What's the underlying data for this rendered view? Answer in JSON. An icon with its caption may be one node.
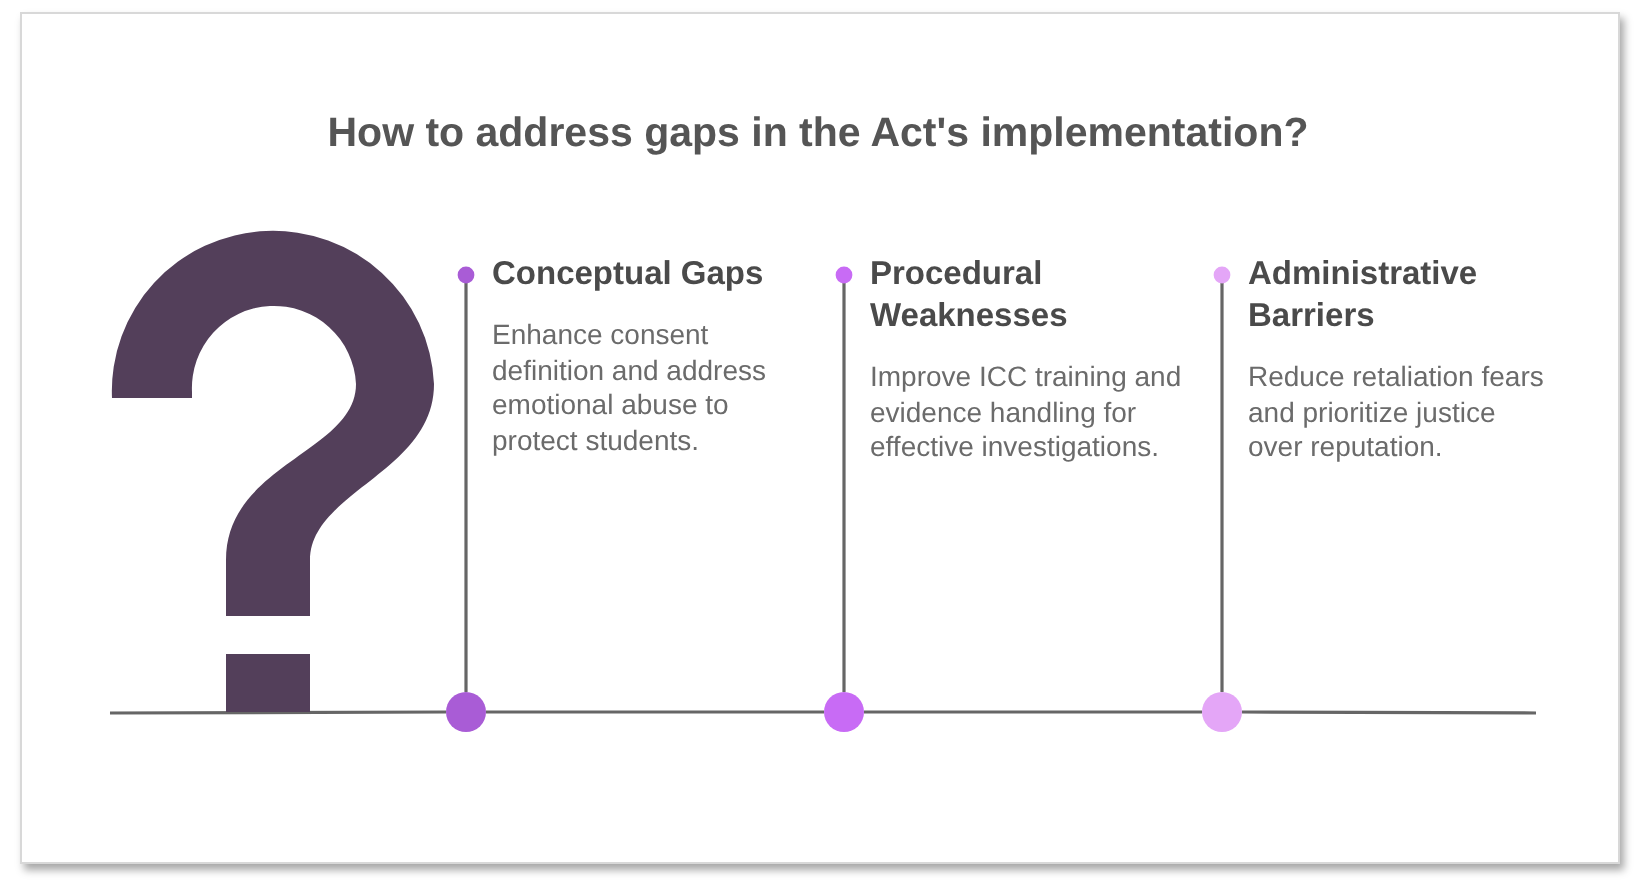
{
  "diagram": {
    "title": "How to address gaps in the Act's implementation?",
    "nodes": [
      {
        "text": [
          "Conceptual Gaps",
          "Enhance consent definition and address emotional abuse to protect students."
        ]
      },
      {
        "text": [
          "Procedural Weaknesses",
          "Improve ICC training and evidence handling for effective investigations."
        ]
      },
      {
        "text": [
          "Administrative Barriers",
          "Reduce retaliation fears and prioritize justice over reputation."
        ]
      },
      {
        "text": [],
        "shape": "circle"
      },
      {
        "text": [],
        "shape": "circle"
      },
      {
        "text": [],
        "shape": "circle"
      }
    ],
    "edges": [
      {
        "from": 0,
        "to": 3,
        "arrow": "other"
      },
      {
        "from": 1,
        "to": 4,
        "arrow": "other"
      },
      {
        "from": 2,
        "to": 5,
        "arrow": "other"
      },
      {
        "from": null,
        "to": 3,
        "arrow": "none"
      },
      {
        "from": 3,
        "to": 4,
        "arrow": "none"
      },
      {
        "from": 4,
        "to": 5,
        "arrow": "none"
      },
      {
        "from": 5,
        "to": null,
        "arrow": "none"
      }
    ]
  }
}
